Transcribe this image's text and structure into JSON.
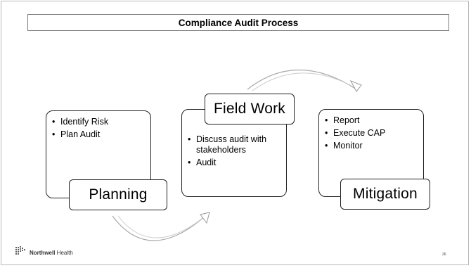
{
  "title": "Compliance Audit Process",
  "steps": [
    {
      "label": "Planning",
      "bullets": [
        "Identify Risk",
        "Plan Audit"
      ]
    },
    {
      "label": "Field Work",
      "bullets": [
        "Discuss audit with stakeholders",
        "Audit"
      ]
    },
    {
      "label": "Mitigation",
      "bullets": [
        "Report",
        "Execute CAP",
        "Monitor"
      ]
    }
  ],
  "footer": {
    "brand_bold": "Northwell",
    "brand_rest": " Health",
    "page_number": "26"
  }
}
